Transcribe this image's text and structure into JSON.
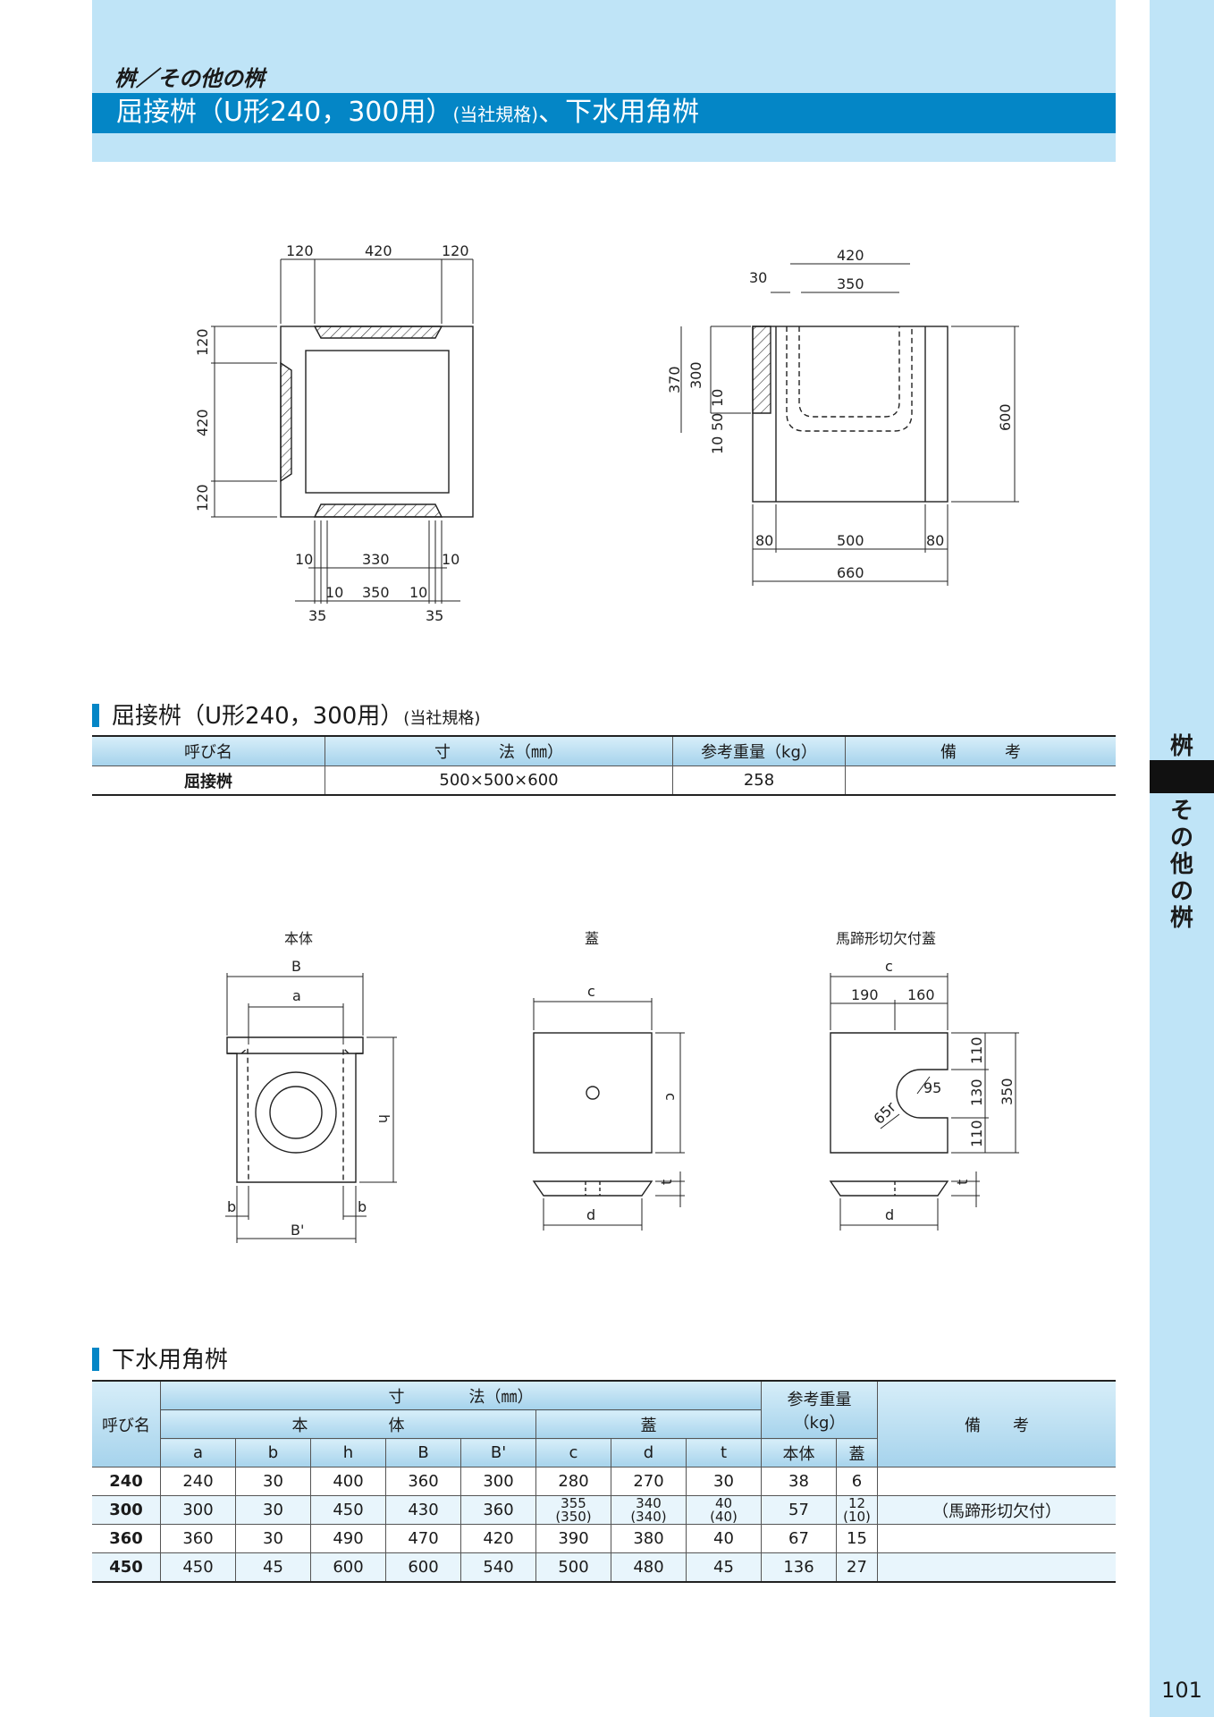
{
  "header": {
    "category": "桝／その他の桝",
    "title_main": "屈接桝（U形240，300用）",
    "title_small": "(当社規格)",
    "title_tail": "、下水用角桝"
  },
  "sidebar": {
    "top": "桝",
    "vertical": [
      "そ",
      "の",
      "他",
      "の",
      "桝"
    ]
  },
  "page_number": "101",
  "drawing1": {
    "plan": [
      "120",
      "420",
      "120",
      "120",
      "420",
      "120",
      "10",
      "330",
      "10",
      "10",
      "350",
      "10",
      "35",
      "35"
    ],
    "section": [
      "420",
      "30",
      "350",
      "370",
      "300",
      "10",
      "50",
      "10",
      "600",
      "80",
      "500",
      "80",
      "660"
    ]
  },
  "section1": {
    "title": "屈接桝（U形240，300用）",
    "title_small": "(当社規格)",
    "headers": [
      "呼び名",
      "寸　　　法（㎜）",
      "参考重量（kg）",
      "備　　　考"
    ],
    "row": [
      "屈接桝",
      "500×500×600",
      "258",
      ""
    ]
  },
  "drawing2": {
    "body_label": "本体",
    "lid_label": "蓋",
    "notch_label": "馬蹄形切欠付蓋",
    "body": [
      "B",
      "a",
      "h",
      "b",
      "b",
      "B'"
    ],
    "lid": [
      "c",
      "c",
      "t",
      "d"
    ],
    "notch": [
      "c",
      "190",
      "160",
      "110",
      "130",
      "110",
      "350",
      "95",
      "65r",
      "t",
      "d"
    ]
  },
  "section2": {
    "title": "下水用角桝",
    "h_name": "呼び名",
    "h_dim": "寸　　　　法（㎜）",
    "h_body": "本　　　　　体",
    "h_lid": "蓋",
    "h_weight": "参考重量（kg）",
    "h_weight_a": "参考重量",
    "h_weight_b": "（kg）",
    "h_note": "備　　考",
    "sub": [
      "a",
      "b",
      "h",
      "B",
      "B'",
      "c",
      "d",
      "t",
      "本体",
      "蓋"
    ],
    "rows": [
      [
        "240",
        "240",
        "30",
        "400",
        "360",
        "300",
        "280",
        "270",
        "30",
        "38",
        "6",
        ""
      ],
      [
        "300",
        "300",
        "30",
        "450",
        "430",
        "360",
        "355|(350)",
        "340|(340)",
        "40|(40)",
        "57",
        "12|(10)",
        "（馬蹄形切欠付）"
      ],
      [
        "360",
        "360",
        "30",
        "490",
        "470",
        "420",
        "390",
        "380",
        "40",
        "67",
        "15",
        ""
      ],
      [
        "450",
        "450",
        "45",
        "600",
        "600",
        "540",
        "500",
        "480",
        "45",
        "136",
        "27",
        ""
      ]
    ]
  }
}
